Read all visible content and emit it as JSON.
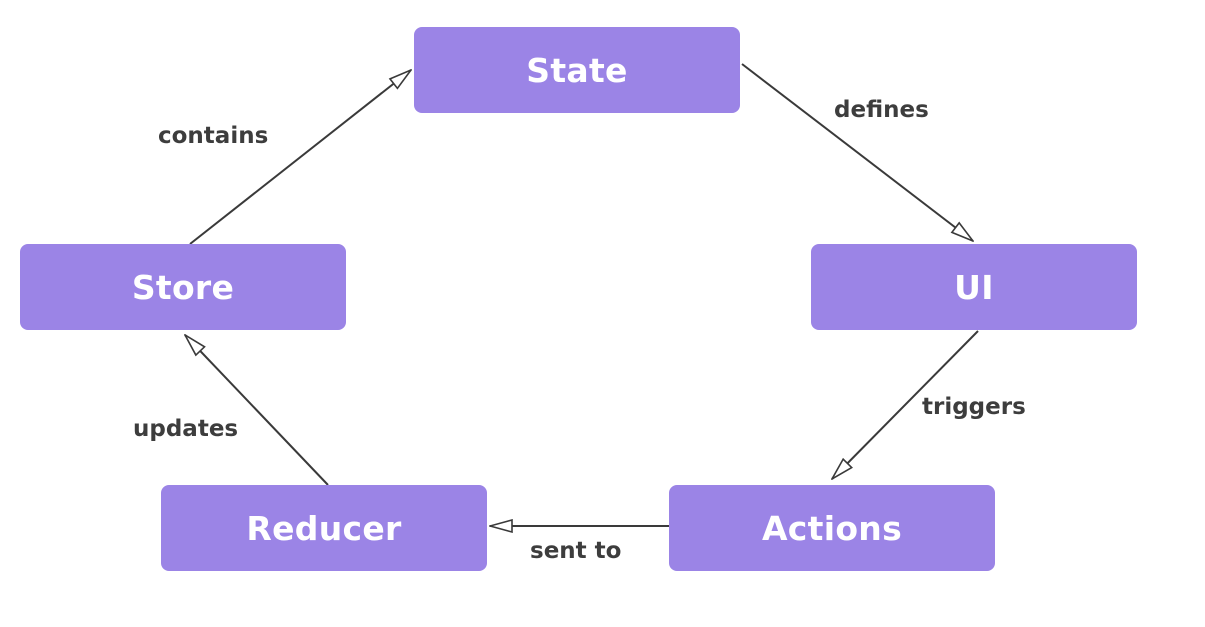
{
  "diagram": {
    "node_color": "#9b84e6",
    "line_color": "#3a3a3a",
    "nodes": {
      "state": "State",
      "ui": "UI",
      "actions": "Actions",
      "reducer": "Reducer",
      "store": "Store"
    },
    "edges": [
      {
        "from": "State",
        "to": "UI",
        "label": "defines"
      },
      {
        "from": "UI",
        "to": "Actions",
        "label": "triggers"
      },
      {
        "from": "Actions",
        "to": "Reducer",
        "label": "sent to"
      },
      {
        "from": "Reducer",
        "to": "Store",
        "label": "updates"
      },
      {
        "from": "Store",
        "to": "State",
        "label": "contains"
      }
    ]
  }
}
